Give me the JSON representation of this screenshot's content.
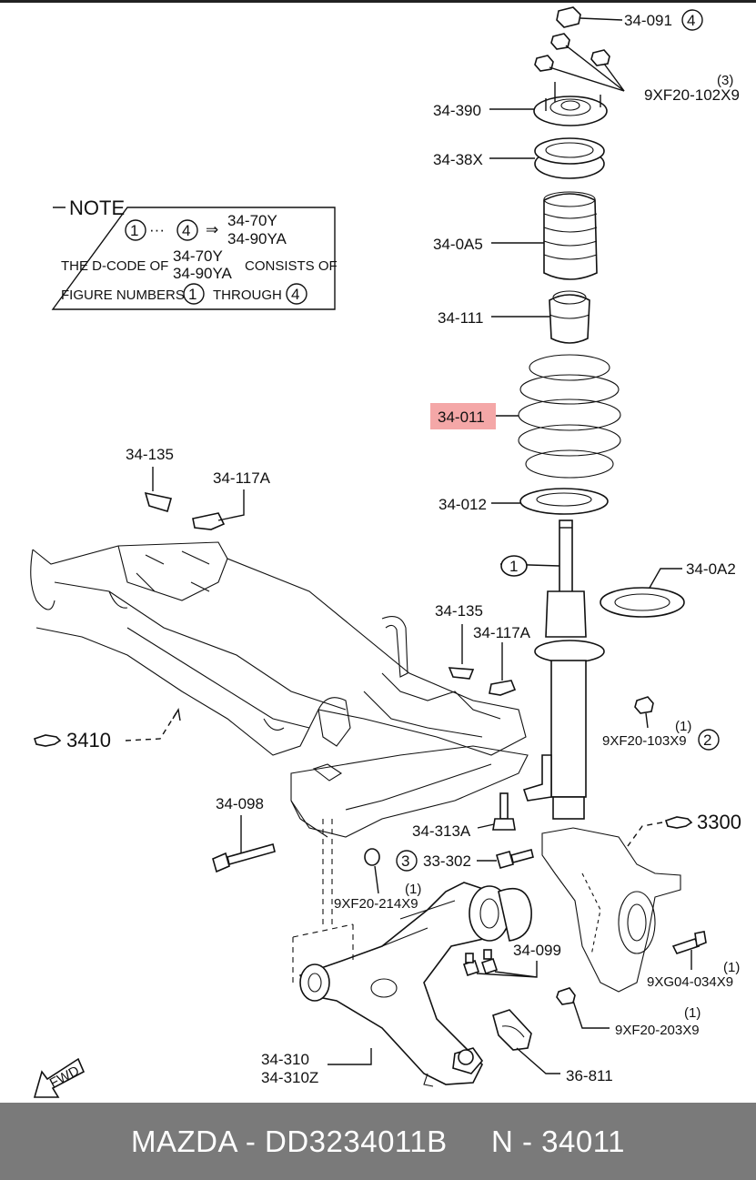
{
  "note": {
    "title": "NOTE",
    "range_start": "1",
    "range_sep": "···",
    "range_end": "4",
    "arrow": "⇒",
    "code_a": "34-70Y",
    "code_b": "34-90YA",
    "line2_prefix": "THE D-CODE OF",
    "line2_code_a": "34-70Y",
    "line2_code_b": "34-90YA",
    "line2_suffix": "CONSISTS OF",
    "line3_prefix": "FIGURE NUMBERS",
    "line3_num_a": "1",
    "line3_mid": "THROUGH",
    "line3_num_b": "4"
  },
  "callouts": {
    "c34_091": "34-091",
    "c34_091_fig": "4",
    "c9XF20_102X9": "9XF20-102X9",
    "c9XF20_102X9_qty": "(3)",
    "c34_390": "34-390",
    "c34_38X": "34-38X",
    "c34_0A5": "34-0A5",
    "c34_111": "34-111",
    "c34_011": "34-011",
    "c34_012": "34-012",
    "c34_0A2": "34-0A2",
    "c_fig1": "1",
    "c34_135_a": "34-135",
    "c34_117A_a": "34-117A",
    "c34_135_b": "34-135",
    "c34_117A_b": "34-117A",
    "c9XF20_103X9": "9XF20-103X9",
    "c9XF20_103X9_qty": "(1)",
    "c9XF20_103X9_fig": "2",
    "ref3410": "3410",
    "ref3300": "3300",
    "c34_098": "34-098",
    "c34_313A": "34-313A",
    "c33_302": "33-302",
    "c33_302_fig": "3",
    "c9XF20_214X9": "9XF20-214X9",
    "c9XF20_214X9_qty": "(1)",
    "c34_099": "34-099",
    "c9XG04_034X9": "9XG04-034X9",
    "c9XG04_034X9_qty": "(1)",
    "c9XF20_203X9": "9XF20-203X9",
    "c9XF20_203X9_qty": "(1)",
    "c34_310": "34-310",
    "c34_310Z": "34-310Z",
    "c36_811": "36-811",
    "fwd": "FWD"
  },
  "highlight": {
    "part": "34-011",
    "color": "#f4a7a7"
  },
  "footer": {
    "text": "MAZDA - DD3234011B     N - 34011",
    "background": "#7a7a7a"
  },
  "icons": [
    "hand-pointer-icon",
    "fwd-arrow-icon"
  ]
}
